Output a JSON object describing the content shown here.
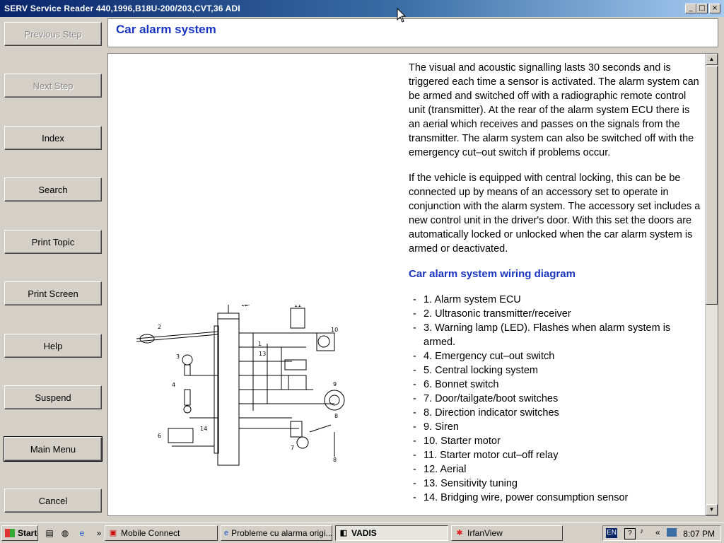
{
  "window": {
    "title": "SERV Service Reader 440,1996,B18U-200/203,CVT,36 ADI",
    "controls": {
      "minimize": "_",
      "maximize": "□",
      "close": "×"
    }
  },
  "nav": {
    "previous_step": "Previous Step",
    "next_step": "Next Step",
    "index": "Index",
    "search": "Search",
    "print_topic": "Print Topic",
    "print_screen": "Print Screen",
    "help": "Help",
    "suspend": "Suspend",
    "main_menu": "Main Menu",
    "cancel": "Cancel"
  },
  "page": {
    "title": "Car alarm system",
    "paragraph1": "The visual and acoustic signalling lasts 30 seconds and is triggered each time a sensor is activated. The alarm system can be armed and switched off with a radiographic remote control unit (transmitter). At the rear of the alarm system ECU there is an aerial which receives and passes on the signals from the transmitter. The alarm system can also be switched off with the emergency cut–out switch if problems occur.",
    "paragraph2": "If the vehicle is equipped with central locking, this can be be connected up by means of an accessory set to operate in conjunction with the alarm system. The accessory set includes a new control unit in the driver's door. With this set the doors are automatically locked or unlocked when the car alarm system is armed or deactivated.",
    "subheading": "Car alarm system wiring diagram",
    "parts": [
      "1. Alarm system ECU",
      "2. Ultrasonic transmitter/receiver",
      "3. Warning lamp (LED). Flashes when alarm system is armed.",
      "4. Emergency cut–out switch",
      "5. Central locking system",
      "6. Bonnet switch",
      "7. Door/tailgate/boot switches",
      "8. Direction indicator switches",
      "9. Siren",
      "10. Starter motor",
      "11. Starter motor cut–off relay",
      "12. Aerial",
      "13. Sensitivity tuning",
      "14. Bridging wire, power consumption sensor"
    ]
  },
  "taskbar": {
    "start": "Start",
    "tasks": [
      {
        "label": "Mobile Connect"
      },
      {
        "label": "Probleme cu alarma origi..."
      },
      {
        "label": "VADIS"
      },
      {
        "label": "IrfanView"
      }
    ],
    "overflow": "»",
    "language": "EN",
    "clock": "8:07 PM"
  }
}
